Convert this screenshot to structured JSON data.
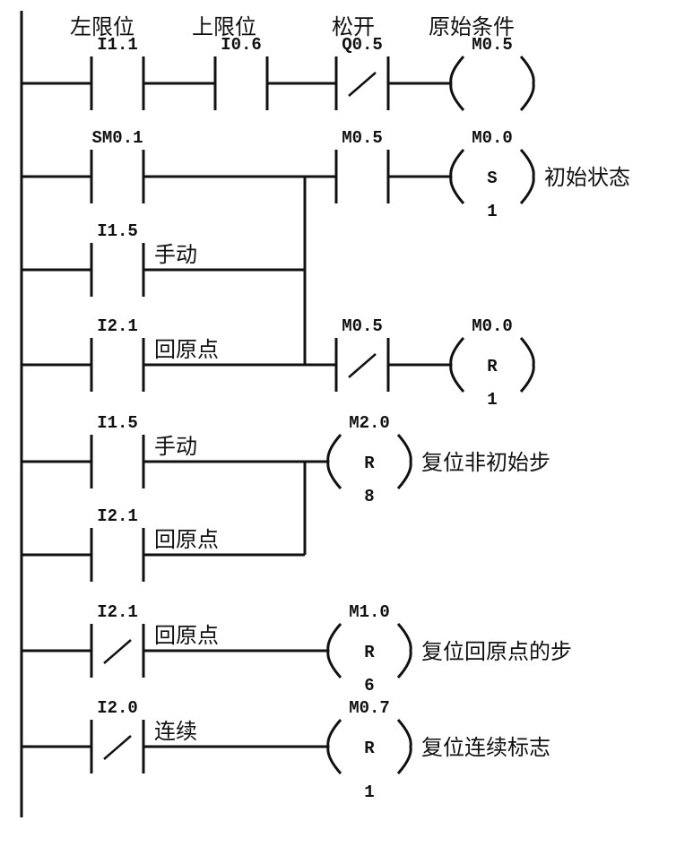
{
  "diagram": {
    "type": "PLC ladder diagram",
    "rungs": [
      {
        "id": "rung-1",
        "contacts": [
          {
            "address": "I1.1",
            "type": "NO",
            "comment": "左限位"
          },
          {
            "address": "I0.6",
            "type": "NO",
            "comment": "上限位"
          },
          {
            "address": "Q0.5",
            "type": "NC",
            "comment": "松开"
          }
        ],
        "coil": {
          "address": "M0.5",
          "instruction": "",
          "count": "",
          "comment_top": "原始条件",
          "comment": ""
        }
      },
      {
        "id": "rung-2",
        "parallel_contacts": [
          {
            "address": "SM0.1",
            "type": "NO",
            "comment": ""
          },
          {
            "address": "I1.5",
            "type": "NO",
            "comment": "手动"
          },
          {
            "address": "I2.1",
            "type": "NO",
            "comment": "回原点"
          }
        ],
        "outputs": [
          {
            "contact": {
              "address": "M0.5",
              "type": "NO"
            },
            "coil": {
              "address": "M0.0",
              "instruction": "S",
              "count": "1",
              "comment": "初始状态"
            }
          },
          {
            "contact": {
              "address": "M0.5",
              "type": "NC"
            },
            "coil": {
              "address": "M0.0",
              "instruction": "R",
              "count": "1",
              "comment": ""
            }
          }
        ]
      },
      {
        "id": "rung-3",
        "parallel_contacts": [
          {
            "address": "I1.5",
            "type": "NO",
            "comment": "手动"
          },
          {
            "address": "I2.1",
            "type": "NO",
            "comment": "回原点"
          }
        ],
        "coil": {
          "address": "M2.0",
          "instruction": "R",
          "count": "8",
          "comment": "复位非初始步"
        }
      },
      {
        "id": "rung-4",
        "contacts": [
          {
            "address": "I2.1",
            "type": "NC",
            "comment": "回原点"
          }
        ],
        "coil": {
          "address": "M1.0",
          "instruction": "R",
          "count": "6",
          "comment": "复位回原点的步"
        }
      },
      {
        "id": "rung-5",
        "contacts": [
          {
            "address": "I2.0",
            "type": "NC",
            "comment": "连续"
          }
        ],
        "coil": {
          "address": "M0.7",
          "instruction": "R",
          "count": "1",
          "comment": "复位连续标志"
        }
      }
    ]
  }
}
